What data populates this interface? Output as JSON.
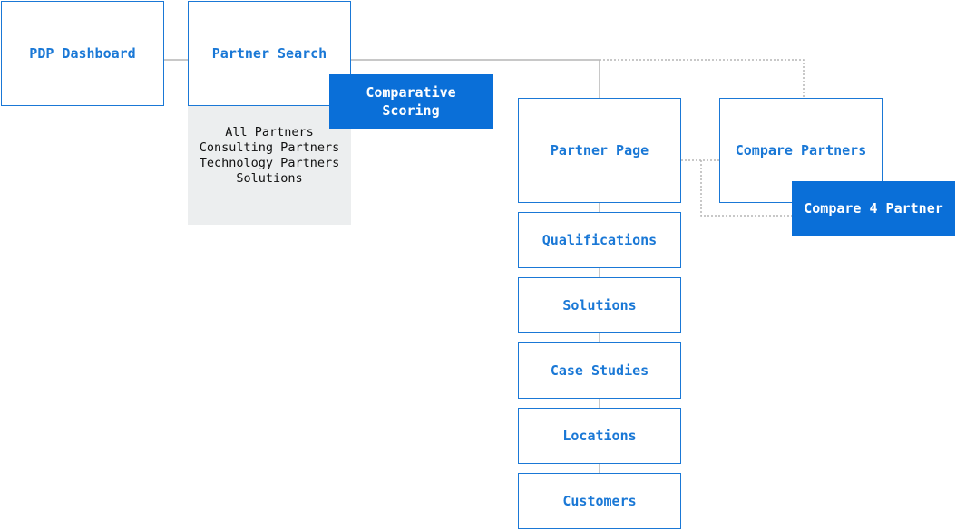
{
  "nodes": {
    "pdp_dashboard": "PDP Dashboard",
    "partner_search": "Partner Search",
    "comparative_scoring_1": "Comparative",
    "comparative_scoring_2": "Scoring",
    "partner_page": "Partner Page",
    "compare_partners": "Compare Partners",
    "compare_4_partner": "Compare 4 Partner",
    "qualifications": "Qualifications",
    "solutions": "Solutions",
    "case_studies": "Case Studies",
    "locations": "Locations",
    "customers": "Customers"
  },
  "search_filters": [
    "All Partners",
    "Consulting Partners",
    "Technology Partners",
    "Solutions"
  ],
  "colors": {
    "accent": "#1a78d6",
    "accent_fill": "#0a6fd8",
    "connector": "#b5b5b5",
    "dropdown_bg": "#eceeef"
  }
}
